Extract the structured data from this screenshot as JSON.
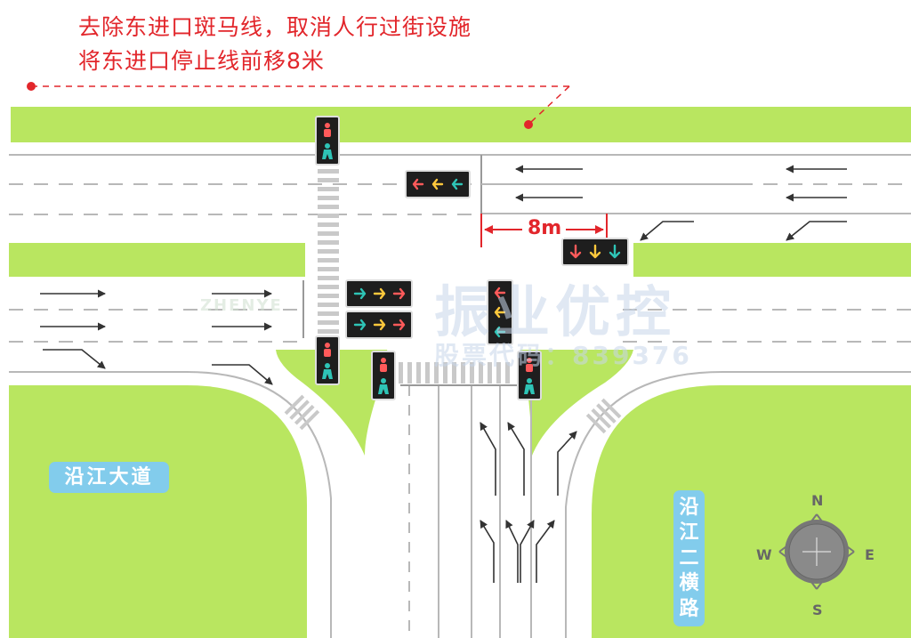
{
  "annotations": {
    "line1": "去除东进口斑马线，取消人行过街设施",
    "line2": "将东进口停止线前移8米"
  },
  "distance_label": "8m",
  "roads": {
    "west_east": "沿江大道",
    "north_south": [
      "沿",
      "江",
      "二",
      "横",
      "路"
    ]
  },
  "compass": {
    "n": "N",
    "s": "S",
    "w": "W",
    "e": "E"
  },
  "watermark": {
    "brand": "振业优控",
    "code": "股票代码：839376",
    "en": "ZHENYE"
  },
  "colors": {
    "greenbelt": "#b9e660",
    "annotation": "#e2262b",
    "road_label": "#82ccec",
    "signal_red": "#ff5a5a",
    "signal_yellow": "#ffc83c",
    "signal_green": "#2ec4b6"
  }
}
